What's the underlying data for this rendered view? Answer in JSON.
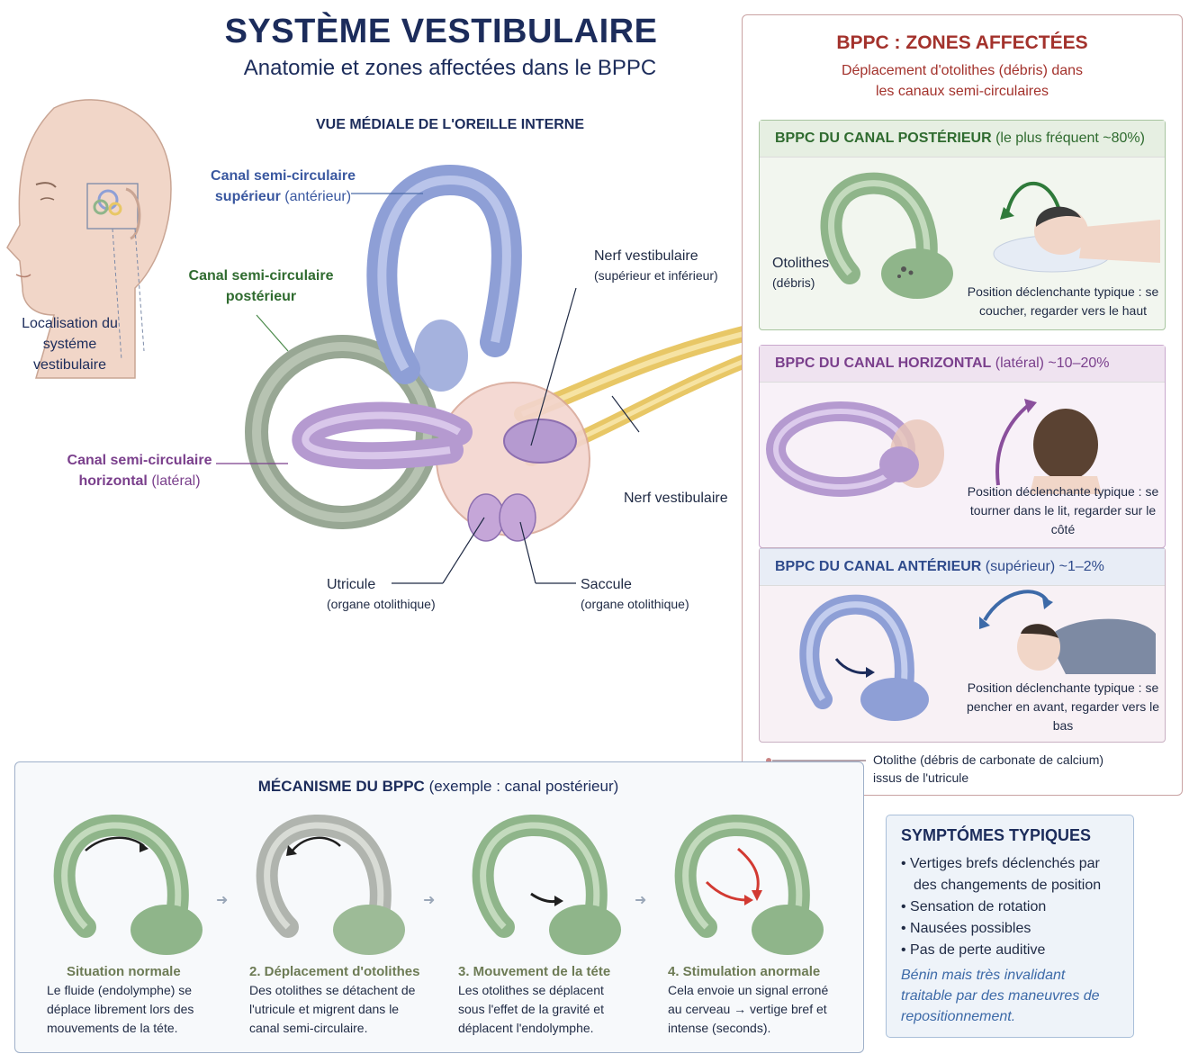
{
  "header": {
    "title": "SYSTÈME VESTIBULAIRE",
    "subtitle": "Anatomie et zones affectées dans le BPPC",
    "view_label": "VUE MÉDIALE DE L'OREILLE INTERNE"
  },
  "head": {
    "location_label": "Localisation du systéme vestibulaire"
  },
  "anatomy": {
    "superior_canal_bold": "Canal semi-circulaire supérieur",
    "superior_canal_rest": "(antérieur)",
    "posterior_canal": "Canal semi-circulaire postérieur",
    "horizontal_canal_bold": "Canal semi-circulaire horizontal",
    "horizontal_canal_rest": "(latéral)",
    "vestibular_nerve_top": "Nerf vestibulaire",
    "vestibular_nerve_top_sub": "(supérieur et inférieur)",
    "vestibular_nerve_bottom": "Nerf vestibulaire",
    "utricle": "Utricule",
    "utricle_sub": "(organe otolithique)",
    "saccule": "Saccule",
    "saccule_sub": "(organe otolithique)"
  },
  "bppv": {
    "title": "BPPC : ZONES AFFECTÉES",
    "subtitle": "Déplacement d'otolithes (débris) dans les canaux semi-circulaires",
    "posterior": {
      "head_bold": "BPPC DU CANAL POSTÉRIEUR",
      "head_rest": "(le plus fréquent ~80%)",
      "otolith_label": "Otolithes",
      "otolith_sub": "(débris)",
      "position": "Position déclenchante typique : se coucher, regarder vers le haut"
    },
    "horizontal": {
      "head_bold": "BPPC DU CANAL HORIZONTAL",
      "head_rest": "(latéral) ~10–20%",
      "position": "Position déclenchante typique : se tourner dans le lit, regarder sur le côté"
    },
    "anterior": {
      "head_bold": "BPPC DU CANAL ANTÉRIEUR",
      "head_rest": "(supérieur) ~1–2%",
      "position": "Position déclenchante typique : se pencher en avant, regarder vers le bas"
    },
    "legend": "Otolithe (débris de carbonate de calcium) issus de l'utricule"
  },
  "mechanism": {
    "title_bold": "MÉCANISME DU BPPC",
    "title_rest": "(exemple : canal postérieur)",
    "steps": [
      {
        "title": "Situation normale",
        "text": "Le fluide (endolymphe) se déplace librement lors des mouvements de la téte."
      },
      {
        "title": "2. Déplacement d'otolithes",
        "text": "Des otolithes se détachent de l'utricule et migrent dans le canal semi-circulaire."
      },
      {
        "title": "3. Mouvement de la téte",
        "text": "Les otolithes se déplacent sous l'effet de la gravité et déplacent l'endolymphe."
      },
      {
        "title": "4. Stimulation anormale",
        "text": "Cela envoie un signal erroné au cerveau → vertige bref et intense (seconds)."
      }
    ]
  },
  "symptoms": {
    "title": "SYMPTÓMES TYPIQUES",
    "items": [
      "Vertiges brefs déclenchés par des changements de position",
      "Sensation de rotation",
      "Nausées possibles",
      "Pas de perte auditive"
    ],
    "note": "Bénin mais très invalidant traitable par des maneuvres de repositionnement."
  },
  "colors": {
    "navy": "#1c2c5b",
    "posterior_green": "#8fb58a",
    "horizontal_purple": "#b59ad0",
    "superior_blue": "#8e9fd6",
    "nerve_yellow": "#e8c766",
    "accent_red": "#a3322c"
  }
}
